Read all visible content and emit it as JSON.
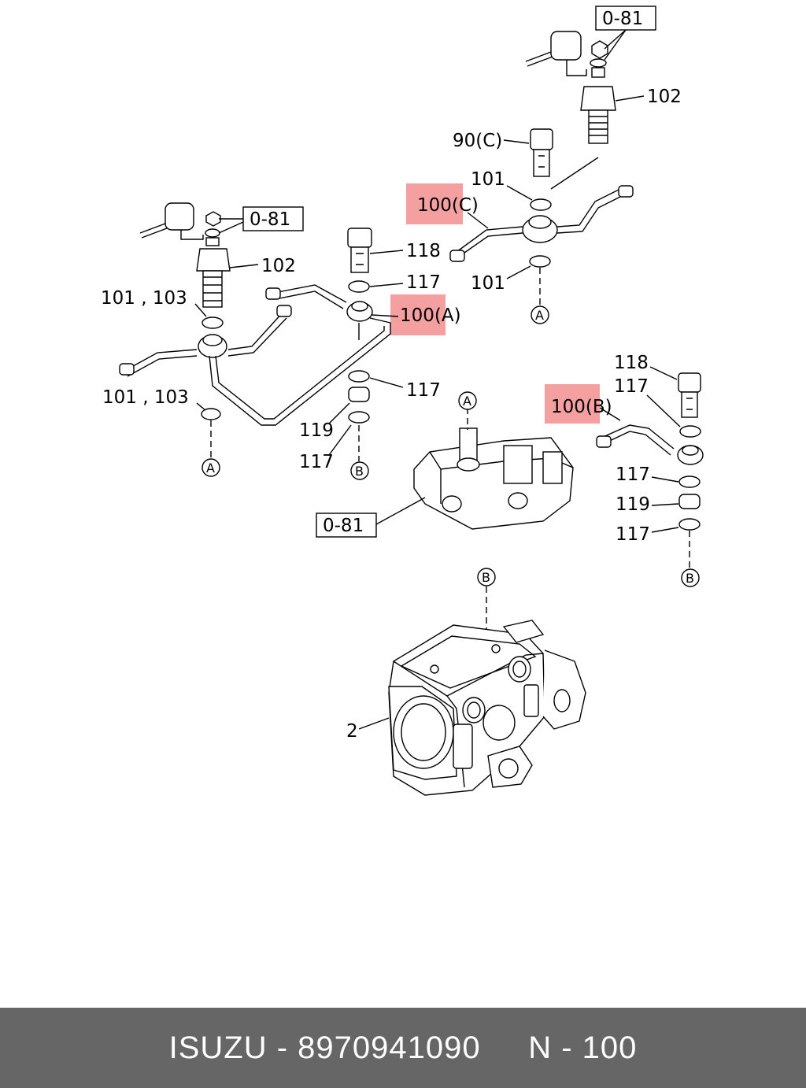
{
  "labels": {
    "ref_081": "0-81",
    "p102": "102",
    "p90c": "90(C)",
    "p101": "101",
    "p100c": "100(C)",
    "p100a": "100(A)",
    "p100b": "100(B)",
    "p118": "118",
    "p117": "117",
    "p119": "119",
    "p101_103": "101 , 103",
    "p2": "2",
    "circ_a": "A",
    "circ_b": "B"
  },
  "highlight_color": "#f08080",
  "footer": {
    "brand": "ISUZU",
    "separator": " - ",
    "part_number": "8970941090",
    "page": "N - 100"
  }
}
